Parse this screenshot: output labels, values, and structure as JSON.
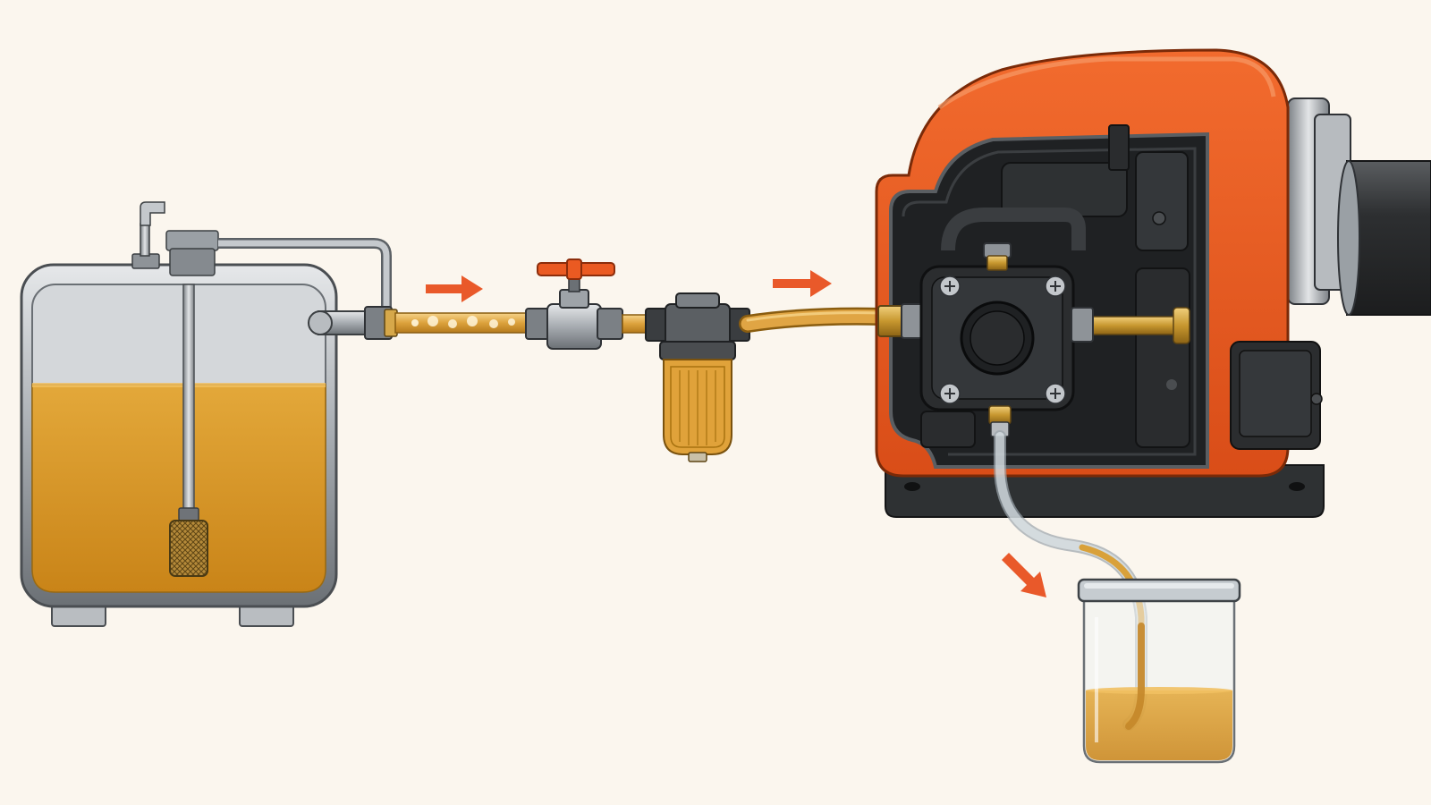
{
  "diagram": {
    "kind": "oil-burner-fuel-bleed-illustration",
    "labels": [],
    "flow_direction": "left-to-right",
    "colors": {
      "background": "#fbf6ee",
      "fuel": "#d99a2b",
      "fuel_dark": "#b97812",
      "steel": "#9ea3a8",
      "steel_dark": "#5d6266",
      "burner_housing": "#ea5a22",
      "pump_body": "#2b2d2f",
      "arrow": "#e9592a",
      "valve_handle": "#ea5a22"
    },
    "components": [
      {
        "id": "fuel-tank",
        "icon": "tank-icon"
      },
      {
        "id": "pickup-strainer",
        "icon": "strainer-icon"
      },
      {
        "id": "shutoff-valve",
        "icon": "valve-icon"
      },
      {
        "id": "inline-fuel-filter",
        "icon": "filter-icon"
      },
      {
        "id": "fuel-pump",
        "icon": "pump-icon"
      },
      {
        "id": "bleed-line",
        "icon": "tube-icon"
      },
      {
        "id": "collection-jar",
        "icon": "jar-icon"
      },
      {
        "id": "burner-blast-tube",
        "icon": "tube-icon"
      }
    ],
    "arrows": [
      {
        "id": "arrow-tank-to-valve",
        "icon": "arrow-right-icon"
      },
      {
        "id": "arrow-filter-to-pump",
        "icon": "arrow-right-icon"
      },
      {
        "id": "arrow-bleed-to-jar",
        "icon": "arrow-down-right-icon"
      }
    ]
  }
}
